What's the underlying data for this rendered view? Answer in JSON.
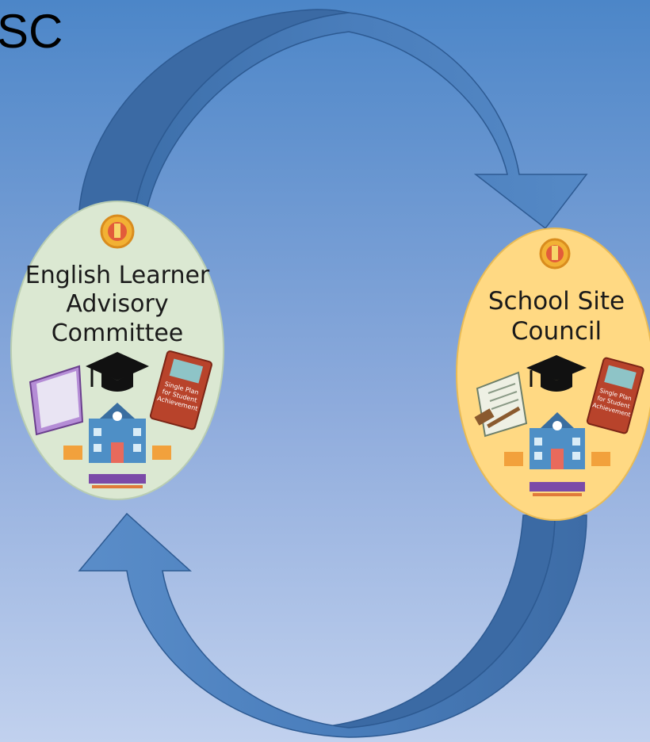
{
  "slide": {
    "title": "SC",
    "background_top": "#4c86c8",
    "background_bottom": "#c1d1ee"
  },
  "arrows": {
    "fill": "#4a7ebc",
    "dark_fill": "#3a66a0",
    "stroke": "#2d5a92"
  },
  "badges": {
    "elac": {
      "line1": "English Learner",
      "line2": "Advisory",
      "line3": "Committee",
      "plan_text_1": "Single Plan",
      "plan_text_2": "for Student",
      "plan_text_3": "Achievement",
      "background": "#dbe8d2"
    },
    "ssc": {
      "line1": "School Site",
      "line2": "Council",
      "plan_text_1": "Single Plan",
      "plan_text_2": "for Student",
      "plan_text_3": "Achievement",
      "background": "#ffd983"
    }
  }
}
